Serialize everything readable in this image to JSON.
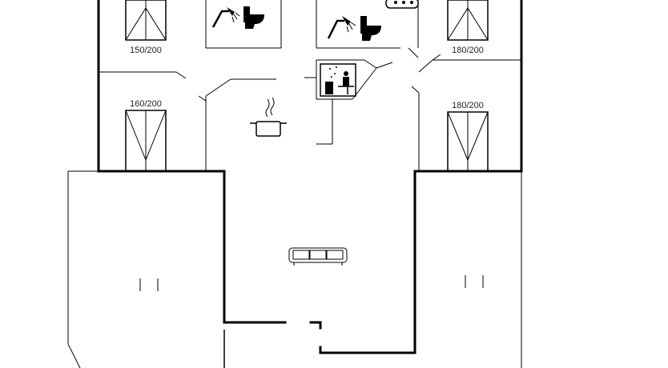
{
  "rooms": {
    "bed_top_left": {
      "bed_size": "150/200"
    },
    "bed_top_right": {
      "bed_size": "180/200"
    },
    "bed_mid_left": {
      "bed_size": "160/200"
    },
    "bed_mid_right": {
      "bed_size": "180/200"
    }
  },
  "icons": {
    "bathroom_left": [
      "shower-icon",
      "toilet-icon"
    ],
    "bathroom_right": [
      "shower-icon",
      "toilet-icon"
    ],
    "spa": "whirlpool-icon",
    "sauna": "sauna-icon",
    "kitchen": "cooking-pot-icon",
    "living": "sofa-icon"
  }
}
